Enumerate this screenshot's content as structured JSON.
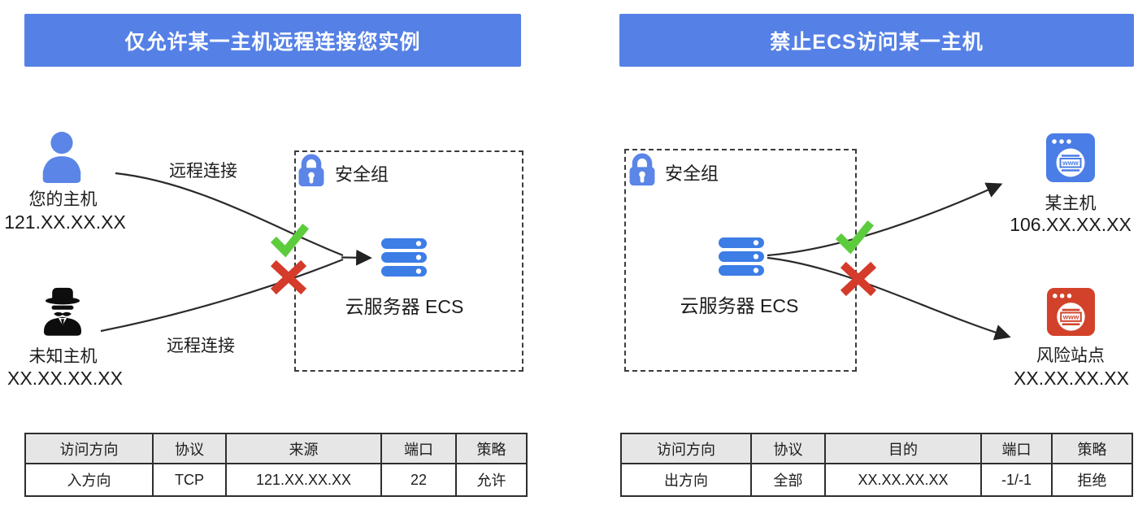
{
  "colors": {
    "banner_blue": "#5580e6",
    "icon_blue": "#5b85e6",
    "server_blue": "#3c7de6",
    "browser_blue": "#4a7de5",
    "browser_red": "#d2422a",
    "check_green": "#5ccc3d",
    "cross_red": "#d43b2a",
    "spy_black": "#0d0d0d",
    "line_dark": "#2a2a2a"
  },
  "icons": {
    "www_label": "www"
  },
  "left_panel": {
    "title": "仅允许某一主机远程连接您实例",
    "your_host": {
      "label": "您的主机",
      "ip": "121.XX.XX.XX"
    },
    "unknown_host": {
      "label": "未知主机",
      "ip": "XX.XX.XX.XX"
    },
    "arrow_label_top": "远程连接",
    "arrow_label_bottom": "远程连接",
    "security_group_label": "安全组",
    "server_label": "云服务器 ECS",
    "table": {
      "headers": [
        "访问方向",
        "协议",
        "来源",
        "端口",
        "策略"
      ],
      "rows": [
        [
          "入方向",
          "TCP",
          "121.XX.XX.XX",
          "22",
          "允许"
        ]
      ]
    }
  },
  "right_panel": {
    "title": "禁止ECS访问某一主机",
    "security_group_label": "安全组",
    "server_label": "云服务器 ECS",
    "allowed_host": {
      "label": "某主机",
      "ip": "106.XX.XX.XX"
    },
    "risky_host": {
      "label": "风险站点",
      "ip": "XX.XX.XX.XX"
    },
    "table": {
      "headers": [
        "访问方向",
        "协议",
        "目的",
        "端口",
        "策略"
      ],
      "rows": [
        [
          "出方向",
          "全部",
          "XX.XX.XX.XX",
          "-1/-1",
          "拒绝"
        ]
      ]
    }
  }
}
